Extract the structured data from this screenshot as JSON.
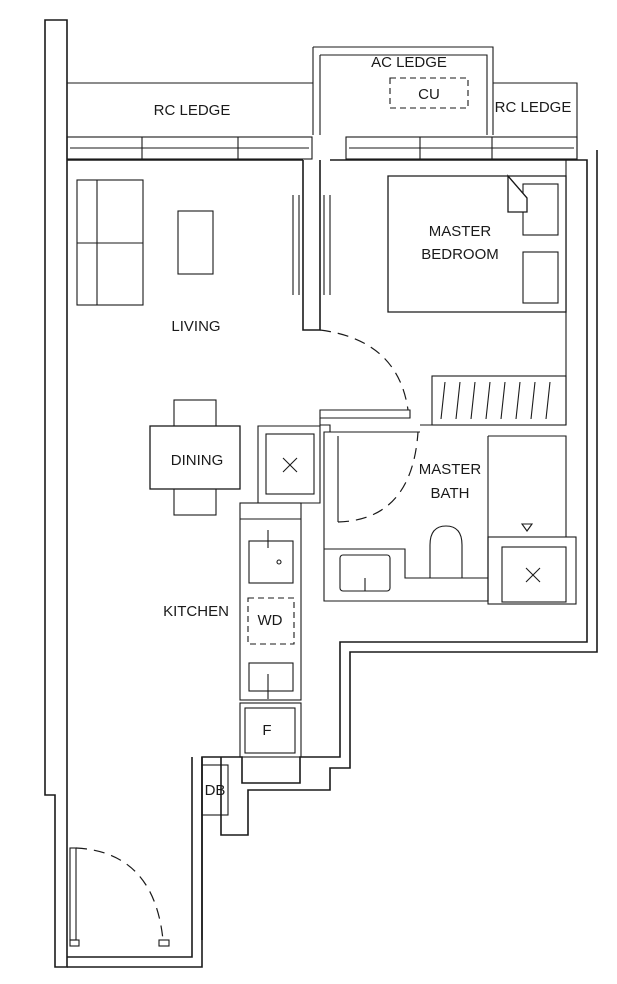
{
  "labels": {
    "rc_ledge_left": "RC LEDGE",
    "ac_ledge": "AC LEDGE",
    "cu": "CU",
    "rc_ledge_right": "RC LEDGE",
    "master_bedroom_line1": "MASTER",
    "master_bedroom_line2": "BEDROOM",
    "living": "LIVING",
    "dining": "DINING",
    "master_bath_line1": "MASTER",
    "master_bath_line2": "BATH",
    "kitchen": "KITCHEN",
    "wd": "WD",
    "fridge": "F",
    "db": "DB"
  }
}
